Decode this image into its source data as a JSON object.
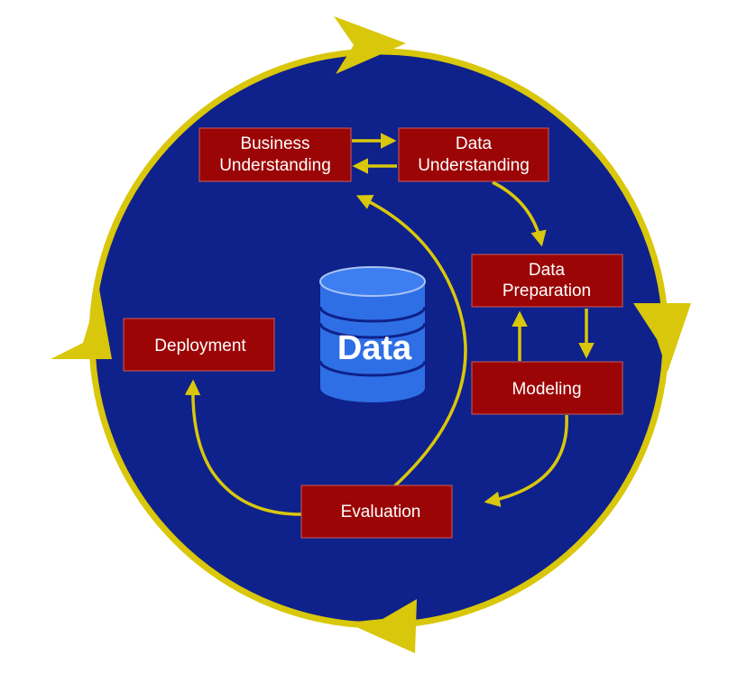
{
  "colors": {
    "circle_fill": "#0f218a",
    "ring": "#d9c70b",
    "box": "#9c0505",
    "box_border": "#c85a5a",
    "cylinder": "#2f6fe6",
    "cylinder_dark": "#1b4fbf",
    "label": "#ffffff"
  },
  "icons": {
    "cycle_arrows": "arrow-icon",
    "database": "database-icon"
  },
  "center": {
    "label": "Data"
  },
  "phases": {
    "business": {
      "line1": "Business",
      "line2": "Understanding"
    },
    "data_understanding": {
      "line1": "Data",
      "line2": "Understanding"
    },
    "data_preparation": {
      "line1": "Data",
      "line2": "Preparation"
    },
    "modeling": {
      "label": "Modeling"
    },
    "evaluation": {
      "label": "Evaluation"
    },
    "deployment": {
      "label": "Deployment"
    }
  }
}
